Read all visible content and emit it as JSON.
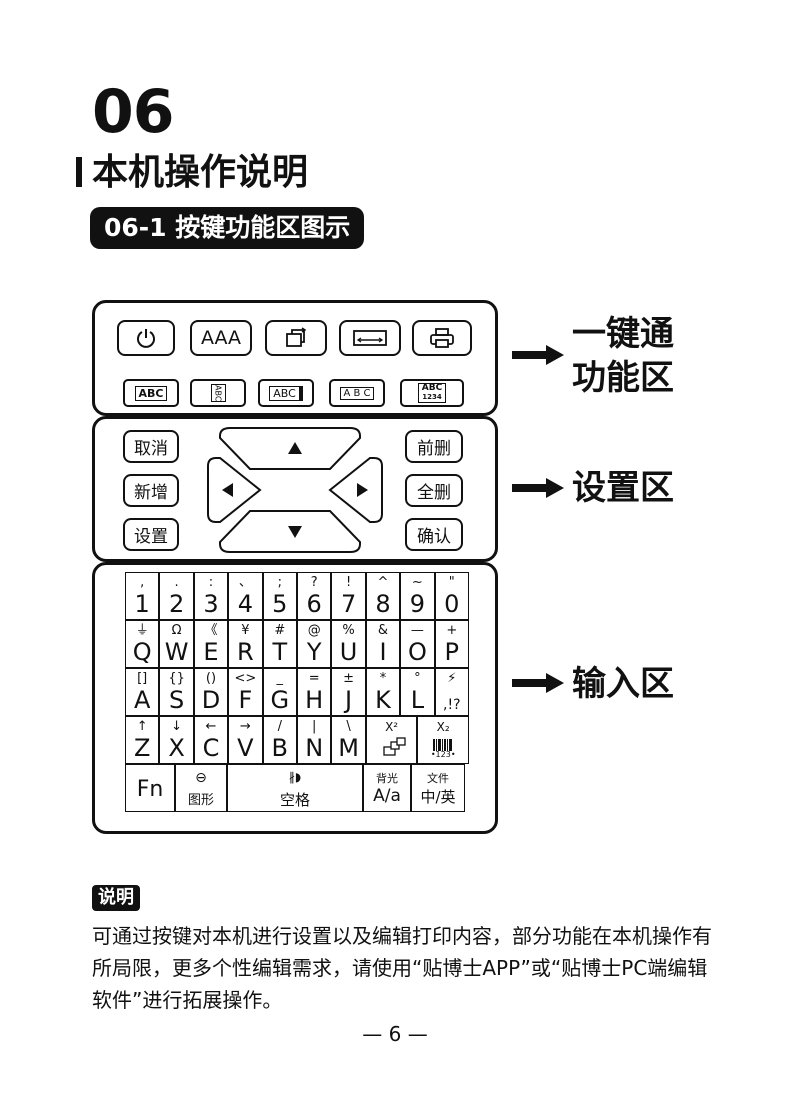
{
  "chapter": {
    "number": "06",
    "title": "本机操作说明"
  },
  "section": {
    "title": "06-1 按键功能区图示"
  },
  "regions": {
    "one_key": [
      "一键通",
      "功能区"
    ],
    "settings": "设置区",
    "input": "输入区"
  },
  "function_keys": {
    "row1_icons": [
      "power-icon",
      "font-size-icon",
      "rotate-icon",
      "length-icon",
      "print-icon"
    ],
    "aaa_label": "AAA",
    "row2": [
      "ABC",
      "ABC",
      "ABC",
      "A B C",
      "ABC"
    ],
    "row2_sub": "1234"
  },
  "settings_keys": {
    "left": [
      "取消",
      "新增",
      "设置"
    ],
    "right": [
      "前删",
      "全删",
      "确认"
    ]
  },
  "keyboard": {
    "rows": [
      [
        {
          "top": ",",
          "main": "1"
        },
        {
          "top": ".",
          "main": "2"
        },
        {
          "top": ":",
          "main": "3"
        },
        {
          "top": "、",
          "main": "4"
        },
        {
          "top": ";",
          "main": "5"
        },
        {
          "top": "?",
          "main": "6"
        },
        {
          "top": "!",
          "main": "7"
        },
        {
          "top": "^",
          "main": "8"
        },
        {
          "top": "~",
          "main": "9"
        },
        {
          "top": "\"",
          "main": "0"
        }
      ],
      [
        {
          "top": "⏚",
          "main": "Q"
        },
        {
          "top": "Ω",
          "main": "W"
        },
        {
          "top": "《",
          "main": "E"
        },
        {
          "top": "¥",
          "main": "R"
        },
        {
          "top": "#",
          "main": "T"
        },
        {
          "top": "@",
          "main": "Y"
        },
        {
          "top": "%",
          "main": "U"
        },
        {
          "top": "&",
          "main": "I"
        },
        {
          "top": "—",
          "main": "O"
        },
        {
          "top": "+",
          "main": "P"
        }
      ],
      [
        {
          "top": "[]",
          "main": "A"
        },
        {
          "top": "{}",
          "main": "S"
        },
        {
          "top": "()",
          "main": "D"
        },
        {
          "top": "<>",
          "main": "F"
        },
        {
          "top": "_",
          "main": "G"
        },
        {
          "top": "=",
          "main": "H"
        },
        {
          "top": "±",
          "main": "J"
        },
        {
          "top": "*",
          "main": "K"
        },
        {
          "top": "°",
          "main": "L"
        },
        {
          "top": "⚡",
          "main": ",!?"
        }
      ],
      [
        {
          "top": "↑",
          "main": "Z"
        },
        {
          "top": "↓",
          "main": "X"
        },
        {
          "top": "←",
          "main": "C"
        },
        {
          "top": "→",
          "main": "V"
        },
        {
          "top": "/",
          "main": "B"
        },
        {
          "top": "|",
          "main": "N"
        },
        {
          "top": "\\",
          "main": "M"
        }
      ]
    ],
    "superscript": "X²",
    "subscript": "X₂",
    "barcode_num": "•123•",
    "fn": "Fn",
    "shape_icon": "⊖",
    "shape": "图形",
    "space_icon": "∦◗",
    "space": "空格",
    "backlight_top": "背光",
    "backlight": "A/a",
    "file_top": "文件",
    "lang": "中/英"
  },
  "note": {
    "tag": "说明",
    "text": "可通过按键对本机进行设置以及编辑打印内容，部分功能在本机操作有所局限，更多个性编辑需求，请使用“贴博士APP”或“贴博士PC端编辑软件”进行拓展操作。"
  },
  "page_number": "— 6 —"
}
